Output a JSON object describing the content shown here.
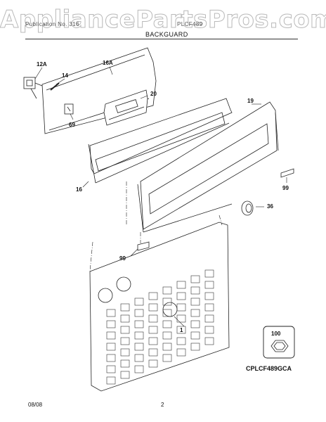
{
  "watermark": "AppliancePartsPros.com",
  "header": {
    "left_text": "Publication No. 316",
    "right_text": "PLCF489",
    "section_title": "BACKGUARD"
  },
  "callouts": {
    "c12A": "12A",
    "c14": "14",
    "c16A": "16A",
    "c20": "20",
    "c69": "69",
    "c19": "19",
    "c16": "16",
    "c99_right": "99",
    "c36": "36",
    "c99_left": "99",
    "c1": "1"
  },
  "inset": {
    "part_number": "100"
  },
  "model_code": "CPLCF489GCA",
  "footer": {
    "date": "08/08",
    "page": "2"
  }
}
